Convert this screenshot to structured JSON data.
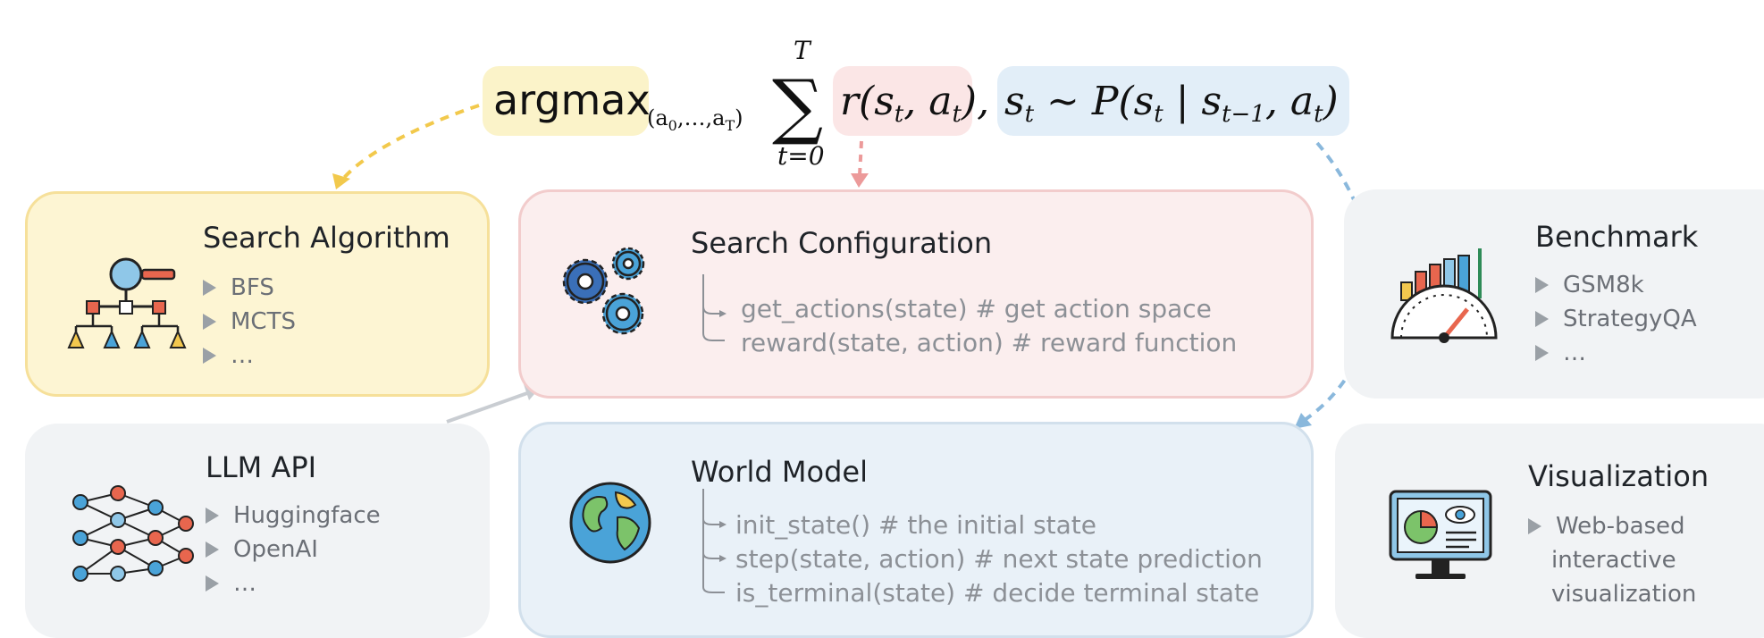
{
  "formula": {
    "argmax": "argmax",
    "subscript": "(a0,…,aT)",
    "sum_upper": "T",
    "sum_lower": "t=0",
    "reward_term": "r(st, at),",
    "transition_term": "st ∼ P(st | st−1, at)"
  },
  "panels": {
    "search_algorithm": {
      "title": "Search Algorithm",
      "items": [
        "BFS",
        "MCTS",
        "…"
      ]
    },
    "search_configuration": {
      "title": "Search Configuration",
      "code": [
        "get_actions(state)  # get action space",
        "reward(state, action)  # reward function"
      ]
    },
    "benchmark": {
      "title": "Benchmark",
      "items": [
        "GSM8k",
        "StrategyQA",
        "…"
      ]
    },
    "llm_api": {
      "title": "LLM API",
      "items": [
        "Huggingface",
        "OpenAI",
        "…"
      ]
    },
    "world_model": {
      "title": "World Model",
      "code": [
        "init_state() # the initial state",
        "step(state, action) # next state prediction",
        "is_terminal(state) # decide terminal state"
      ]
    },
    "visualization": {
      "title": "Visualization",
      "items": [
        "Web-based",
        "interactive",
        "visualization"
      ]
    }
  },
  "colors": {
    "yellow_panel": "#fdf5d3",
    "yellow_border": "#f6e09a",
    "pink_panel": "#fbeeee",
    "pink_border": "#f2cccc",
    "blue_panel": "#e9f1f8",
    "blue_border": "#d2e0ec",
    "gray_panel": "#f1f3f5",
    "yellow_arrow": "#f2c94c",
    "pink_arrow": "#ec9a9a",
    "blue_arrow": "#8ab8dc",
    "gray_arrow": "#c9cdd2"
  }
}
